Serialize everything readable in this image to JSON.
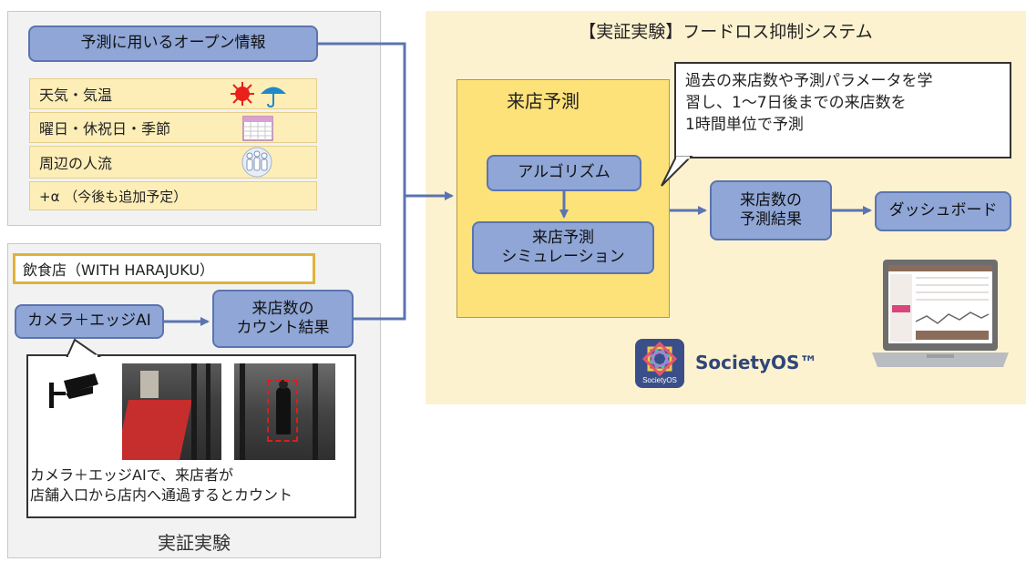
{
  "open_data": {
    "header": "予測に用いるオープン情報",
    "rows": [
      {
        "label": "天気・気温",
        "icon": "weather-icon"
      },
      {
        "label": "曜日・休祝日・季節",
        "icon": "calendar-icon"
      },
      {
        "label": "周辺の人流",
        "icon": "crowd-icon"
      },
      {
        "label": "+α （今後も追加予定）",
        "icon": ""
      }
    ]
  },
  "store": {
    "name": "飲食店（WITH HARAJUKU）",
    "camera_box": "カメラ＋エッジAI",
    "count_box": "来店数の\nカウント結果",
    "camera_caption": "カメラ＋エッジAIで、来店者が\n店舗入口から店内へ通過するとカウント",
    "footer": "実証実験"
  },
  "system": {
    "title": "【実証実験】フードロス抑制システム",
    "forecast_title": "来店予測",
    "callout": "過去の来店数や予測パラメータを学\n習し、1〜7日後までの来店数を\n1時間単位で予測",
    "algorithm": "アルゴリズム",
    "simulation": "来店予測\nシミュレーション",
    "result": "来店数の\n予測結果",
    "dashboard": "ダッシュボード",
    "brand": "SocietyOS™",
    "brand_logo_text": "SocietyOS"
  },
  "colors": {
    "box_fill": "#8fa6d6",
    "box_border": "#5b74b0",
    "forecast_fill": "#fde27a",
    "panel_yellow": "#fdf2d0",
    "store_border": "#e0b23a"
  }
}
